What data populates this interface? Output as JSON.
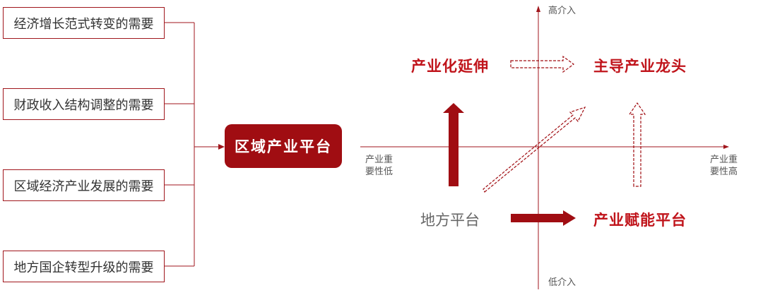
{
  "needs": [
    "经济增长范式转变的需要",
    "财政收入结构调整的需要",
    "区域经济产业发展的需要",
    "地方国企转型升级的需要"
  ],
  "platform": "区域产业平台",
  "quadrant": {
    "top": "高介入",
    "bottom": "低介入",
    "left_line1": "产业重",
    "left_line2": "要性低",
    "right_line1": "产业重",
    "right_line2": "要性高",
    "top_left": "产业化延伸",
    "top_right": "主导产业龙头",
    "bottom_left": "地方平台",
    "bottom_right": "产业赋能平台"
  },
  "colors": {
    "accent": "#a00d12",
    "label_red": "#c0141b"
  }
}
